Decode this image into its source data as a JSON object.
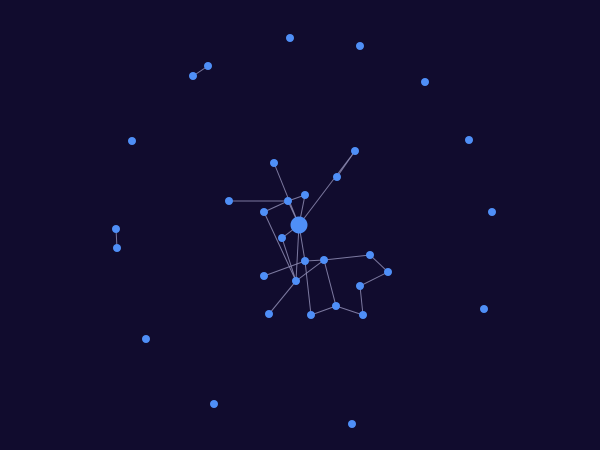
{
  "canvas": {
    "background": "#110c2e"
  },
  "style": {
    "node_color": "#4f8ff7",
    "edge_color": "#8f8db4"
  },
  "graph": {
    "hub_node": "n0",
    "nodes": [
      "n0",
      "n1",
      "n2",
      "n3",
      "n4",
      "n5",
      "n6",
      "n7",
      "n8",
      "n9",
      "n10",
      "n11",
      "n12",
      "n13",
      "n14",
      "n15",
      "n16",
      "n17",
      "n18",
      "n19",
      "n20",
      "n21",
      "n22",
      "n23",
      "n24",
      "n25",
      "n26",
      "n27",
      "n28",
      "n29",
      "n30",
      "n31",
      "n32",
      "n33",
      "n34",
      "n35"
    ],
    "edges": [
      [
        "n0",
        "n1"
      ],
      [
        "n0",
        "n2"
      ],
      [
        "n0",
        "n3"
      ],
      [
        "n0",
        "n4"
      ],
      [
        "n0",
        "n5"
      ],
      [
        "n0",
        "n7"
      ],
      [
        "n1",
        "n8"
      ],
      [
        "n1",
        "n9"
      ],
      [
        "n1",
        "n3"
      ],
      [
        "n5",
        "n6"
      ],
      [
        "n7",
        "n10"
      ],
      [
        "n7",
        "n11"
      ],
      [
        "n7",
        "n13"
      ],
      [
        "n7",
        "n18"
      ],
      [
        "n4",
        "n18"
      ],
      [
        "n4",
        "n11"
      ],
      [
        "n11",
        "n17"
      ],
      [
        "n11",
        "n12"
      ],
      [
        "n11",
        "n15"
      ],
      [
        "n11",
        "n16"
      ],
      [
        "n11",
        "n18"
      ],
      [
        "n12",
        "n13"
      ],
      [
        "n13",
        "n14"
      ],
      [
        "n13",
        "n15"
      ],
      [
        "n15",
        "n16"
      ],
      [
        "n20",
        "n21"
      ],
      [
        "n33",
        "n34"
      ]
    ]
  }
}
